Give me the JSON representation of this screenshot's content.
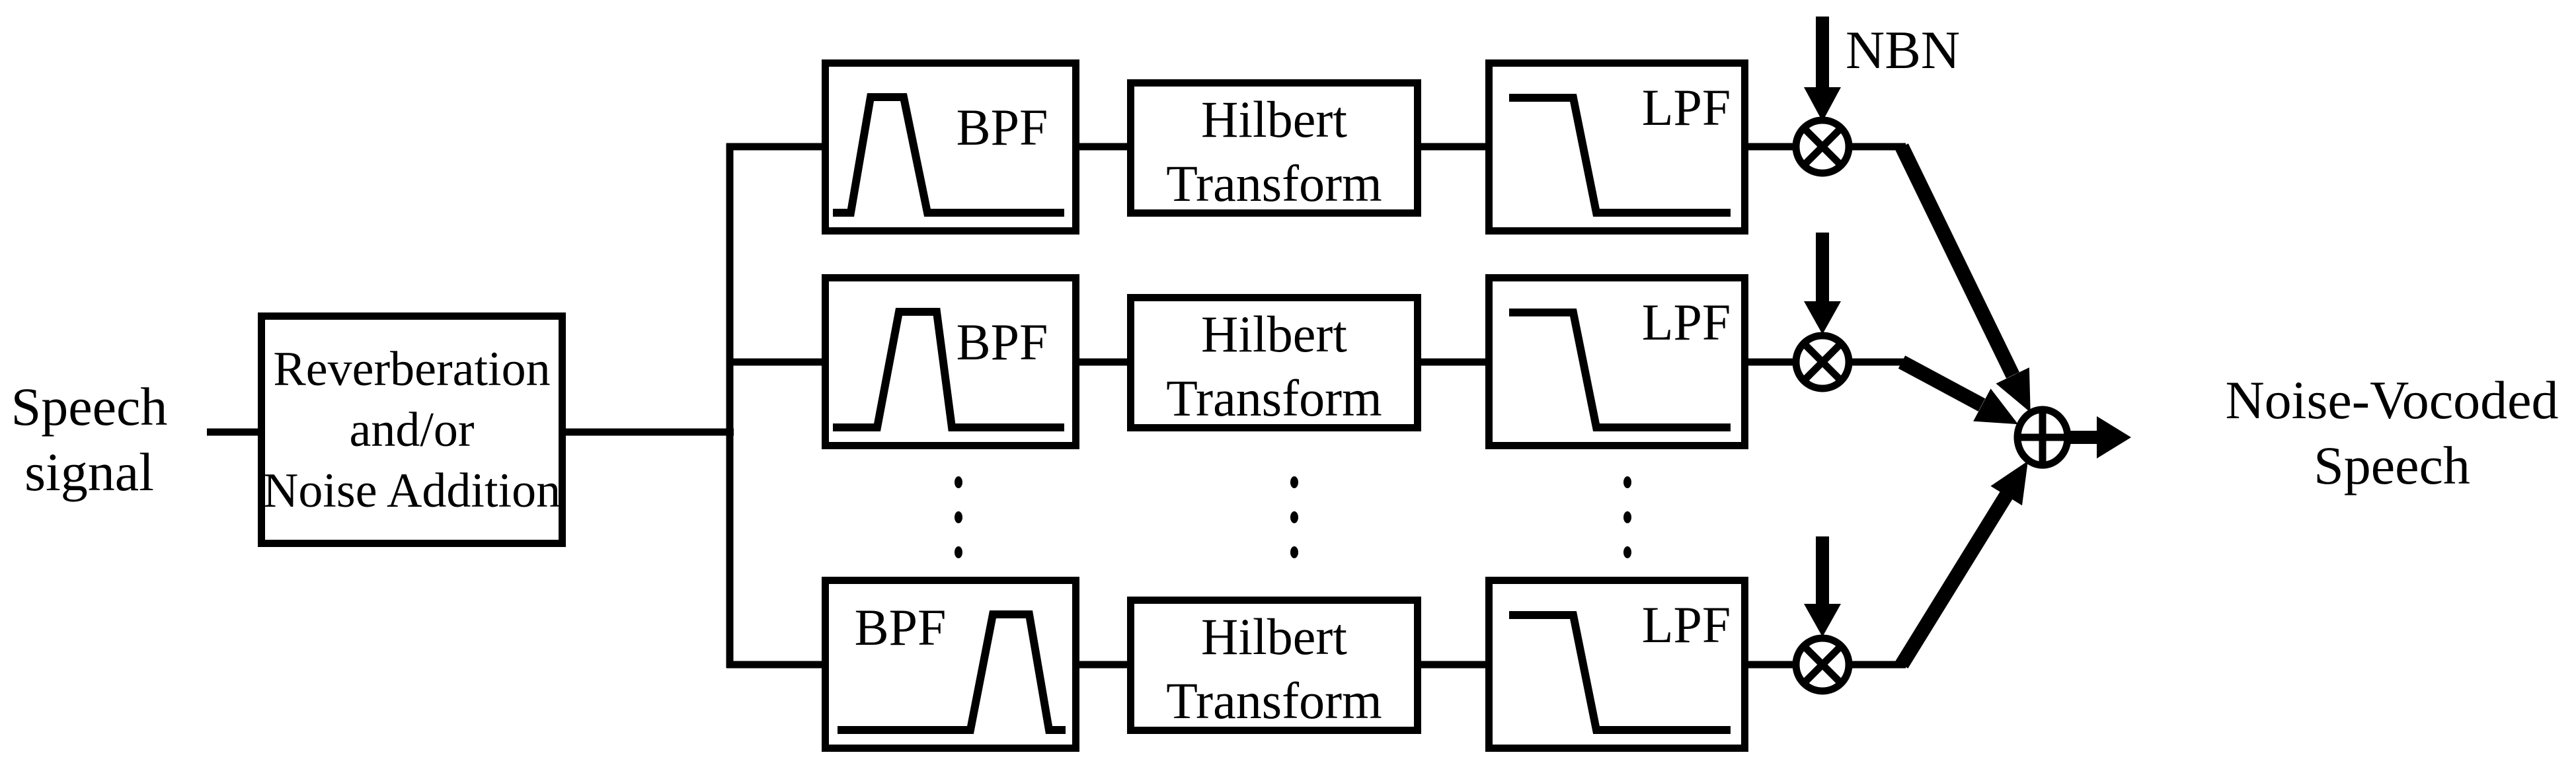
{
  "figure": {
    "colors": {
      "ink": "#000000",
      "background": "#ffffff"
    },
    "input_label": {
      "line1": "Speech",
      "line2": "signal"
    },
    "preprocess_box": {
      "line1": "Reverberation",
      "line2": "and/or",
      "line3": "Noise Addition"
    },
    "channels": [
      {
        "bpf_label": "BPF",
        "hilbert_line1": "Hilbert",
        "hilbert_line2": "Transform",
        "lpf_label": "LPF"
      },
      {
        "bpf_label": "BPF",
        "hilbert_line1": "Hilbert",
        "hilbert_line2": "Transform",
        "lpf_label": "LPF"
      },
      {
        "bpf_label": "BPF",
        "hilbert_line1": "Hilbert",
        "hilbert_line2": "Transform",
        "lpf_label": "LPF"
      }
    ],
    "nbn_label": "NBN",
    "output_label": {
      "line1": "Noise-Vocoded",
      "line2": "Speech"
    },
    "icons": {
      "multiplier": "circled-times-multiplier",
      "adder": "circled-plus-adder",
      "bpf_curve": "bandpass-response",
      "lpf_curve": "lowpass-response",
      "dots": "vertical-ellipsis"
    }
  }
}
